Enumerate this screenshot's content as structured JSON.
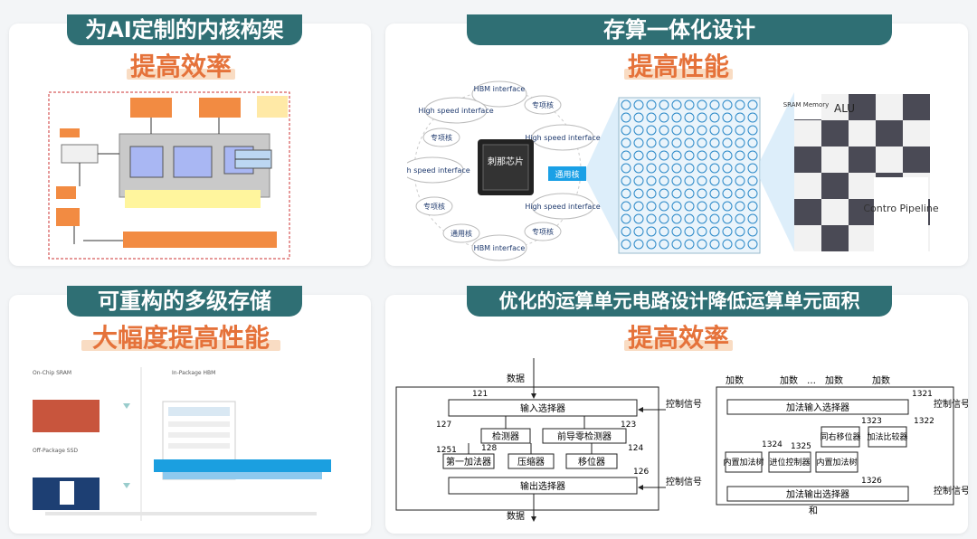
{
  "p1": {
    "title": "为AI定制的内核构架",
    "subtitle": "提高效率"
  },
  "p2": {
    "title": "存算一体化设计",
    "subtitle": "提高性能",
    "hbm_top": "HBM interface",
    "hbm_bottom": "HBM interface",
    "hs": "High speed interface",
    "special": "专项核",
    "general": "通用核",
    "chip": "刺那芯片",
    "general_hl": "通用核",
    "sram": "SRAM Memory",
    "alu": "ALU",
    "ctrl": "Contro Pipeline"
  },
  "p3": {
    "title": "可重构的多级存储",
    "subtitle": "大幅度提高性能",
    "onchip": "On-Chip SRAM",
    "inpkg": "In-Package HBM",
    "offpkg": "Off-Package SSD"
  },
  "p4": {
    "title": "优化的运算单元电路设计降低运算单元面积",
    "subtitle": "提高效率",
    "left": {
      "data_in": "数据",
      "data_out": "数据",
      "ctrl1": "控制信号",
      "ctrl2": "控制信号",
      "in_sel": "输入选择器",
      "out_sel": "输出选择器",
      "detector": "检测器",
      "lzd": "前导零检测器",
      "adder1": "第一加法器",
      "compressor": "压缩器",
      "shifter": "移位器",
      "n121": "121",
      "n127": "127",
      "n123": "123",
      "n1251": "1251",
      "n128": "128",
      "n124": "124",
      "n126": "126"
    },
    "right": {
      "addend": "加数",
      "ellipsis": "…",
      "in_sel": "加法输入选择器",
      "out_sel": "加法输出选择器",
      "ctrl": "控制信号",
      "shift": "同右移位器",
      "cmp": "加法比较器",
      "inner1": "内置加法树",
      "carry": "进位控制器",
      "inner2": "内置加法树",
      "sum": "和",
      "n1321": "1321",
      "n1322": "1322",
      "n1323": "1323",
      "n1324": "1324",
      "n1325": "1325",
      "n1326": "1326"
    }
  }
}
